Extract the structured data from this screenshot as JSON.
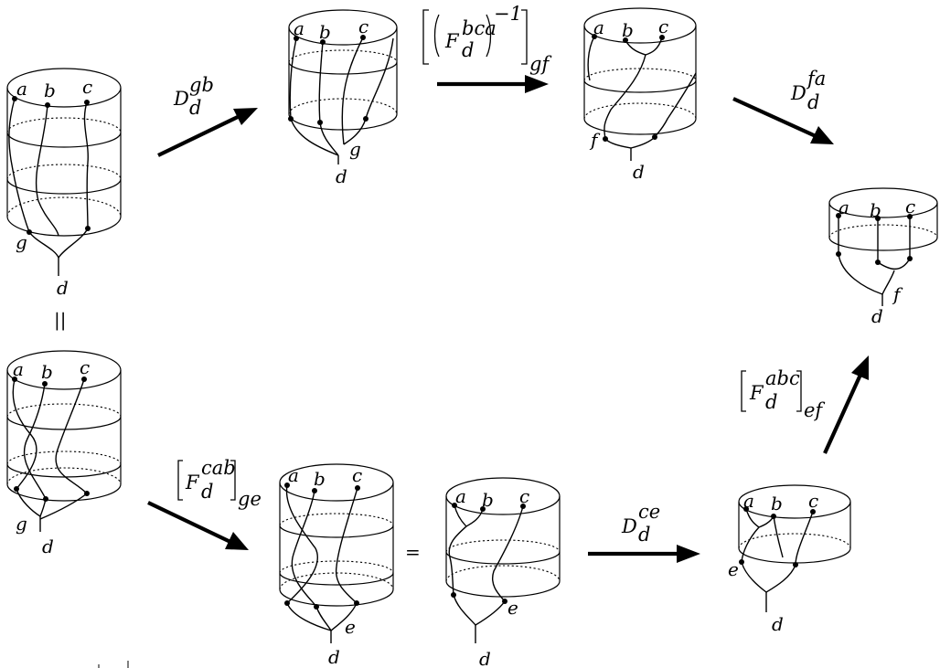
{
  "labels": {
    "a": "a",
    "b": "b",
    "c": "c",
    "d": "d",
    "e": "e",
    "f": "f",
    "g": "g",
    "equals_vertical": "||",
    "equals": "="
  },
  "arrows": {
    "top_left": {
      "base": "D",
      "sup": "gb",
      "sub": "d"
    },
    "top_mid": {
      "base": "F",
      "sup": "bca",
      "sub": "d",
      "power": "−1",
      "outer_sub": "gf"
    },
    "top_right": {
      "base": "D",
      "sup": "fa",
      "sub": "d"
    },
    "bottom_left": {
      "base": "F",
      "sup": "cab",
      "sub": "d",
      "outer_sub": "ge"
    },
    "bottom_mid": {
      "base": "D",
      "sup": "ce",
      "sub": "d"
    },
    "right_up": {
      "base": "F",
      "sup": "abc",
      "sub": "d",
      "outer_sub": "ef"
    }
  }
}
